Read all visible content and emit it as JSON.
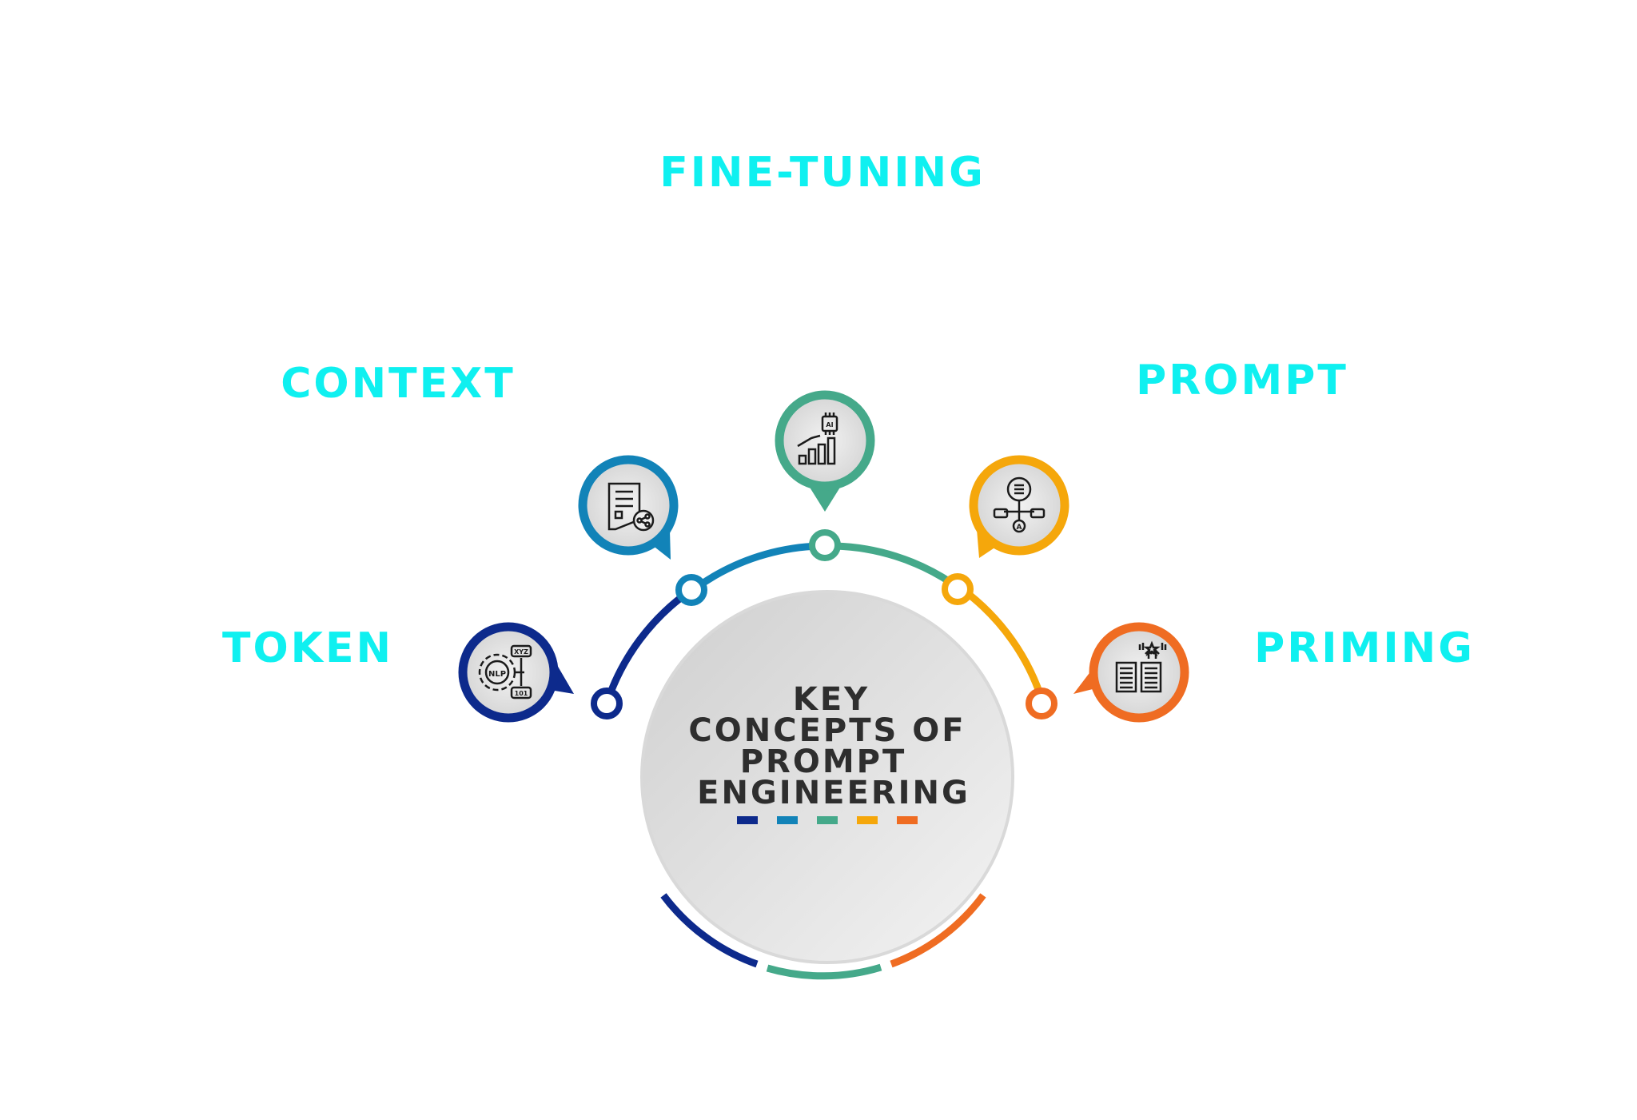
{
  "diagram": {
    "center": {
      "lines": [
        "KEY",
        "CONCEPTS OF",
        "PROMPT",
        "ENGINEERING"
      ]
    },
    "concepts": [
      {
        "id": "token",
        "label": "TOKEN",
        "color": "#0d2a8c",
        "icon": "nlp-gear-icon"
      },
      {
        "id": "context",
        "label": "CONTEXT",
        "color": "#1283b8",
        "icon": "document-share-icon"
      },
      {
        "id": "fine-tuning",
        "label": "FINE-TUNING",
        "color": "#45a98a",
        "icon": "ai-chip-growth-chart-icon"
      },
      {
        "id": "prompt",
        "label": "PROMPT",
        "color": "#f5a70b",
        "icon": "flow-network-icon"
      },
      {
        "id": "priming",
        "label": "PRIMING",
        "color": "#ef6c22",
        "icon": "documents-compare-icon"
      }
    ],
    "bottom_arc_colors": [
      "#0d2a8c",
      "#45a98a",
      "#ef6c22"
    ]
  }
}
